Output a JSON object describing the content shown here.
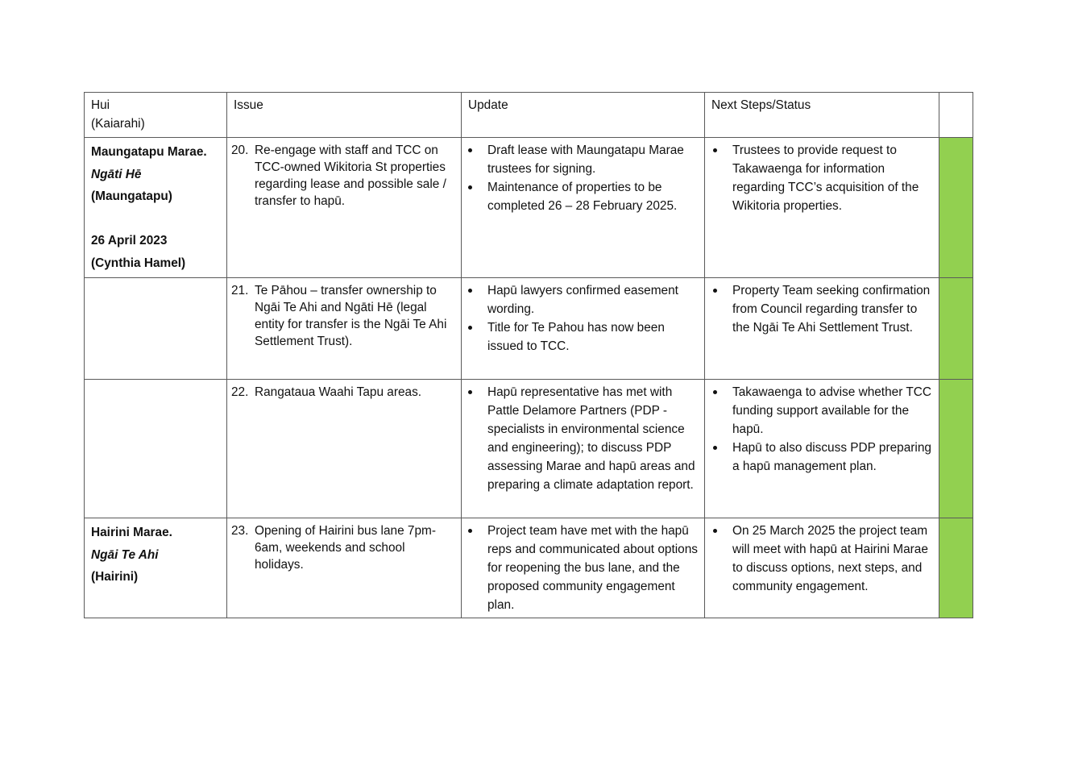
{
  "headers": {
    "hui": "Hui",
    "hui_sub": "(Kaiarahi)",
    "issue": "Issue",
    "update": "Update",
    "next": "Next Steps/Status"
  },
  "rows": [
    {
      "hui": {
        "marae": "Maungatapu Marae.",
        "iwi": "Ngāti Hē",
        "place": "(Maungatapu)",
        "date": "26 April 2023",
        "kaiarahi": "(Cynthia Hamel)"
      },
      "issue_num": "20.",
      "issue": "Re-engage with staff and TCC on TCC-owned Wikitoria St properties regarding lease and possible sale / transfer to hapū.",
      "updates": [
        "Draft lease with Maungatapu Marae trustees for signing.",
        "Maintenance of properties to be completed 26 – 28 February 2025."
      ],
      "next": [
        "Trustees to provide request to Takawaenga for information regarding TCC’s acquisition of the Wikitoria properties."
      ],
      "status_color": "#92d050"
    },
    {
      "issue_num": "21.",
      "issue": "Te Pāhou – transfer ownership to Ngāi Te Ahi and Ngāti Hē (legal entity for transfer is the Ngāi Te Ahi Settlement Trust).",
      "updates": [
        "Hapū lawyers confirmed easement wording.",
        "Title for Te Pahou has now been issued to TCC."
      ],
      "next": [
        "Property Team seeking confirmation from Council regarding transfer to the Ngāi Te Ahi Settlement Trust."
      ],
      "status_color": "#92d050"
    },
    {
      "issue_num": "22.",
      "issue": "Rangataua Waahi Tapu areas.",
      "updates": [
        "Hapū representative has met with Pattle Delamore Partners (PDP - specialists in environmental science and engineering); to discuss PDP assessing Marae and hapū areas and preparing a climate adaptation report."
      ],
      "next": [
        "Takawaenga to advise whether TCC funding support available for the hapū.",
        "Hapū to also discuss PDP preparing a hapū management plan."
      ],
      "status_color": "#92d050"
    },
    {
      "hui": {
        "marae": "Hairini Marae.",
        "iwi": "Ngāi Te Ahi",
        "place": "(Hairini)"
      },
      "issue_num": "23.",
      "issue": "Opening of Hairini bus lane 7pm-6am, weekends and school holidays.",
      "updates": [
        "Project team have met with the hapū reps and communicated about options for reopening the bus lane, and the proposed community engagement plan."
      ],
      "next": [
        "On 25 March 2025 the project team will meet with hapū at Hairini Marae to discuss options, next steps, and community engagement."
      ],
      "status_color": "#92d050"
    }
  ]
}
